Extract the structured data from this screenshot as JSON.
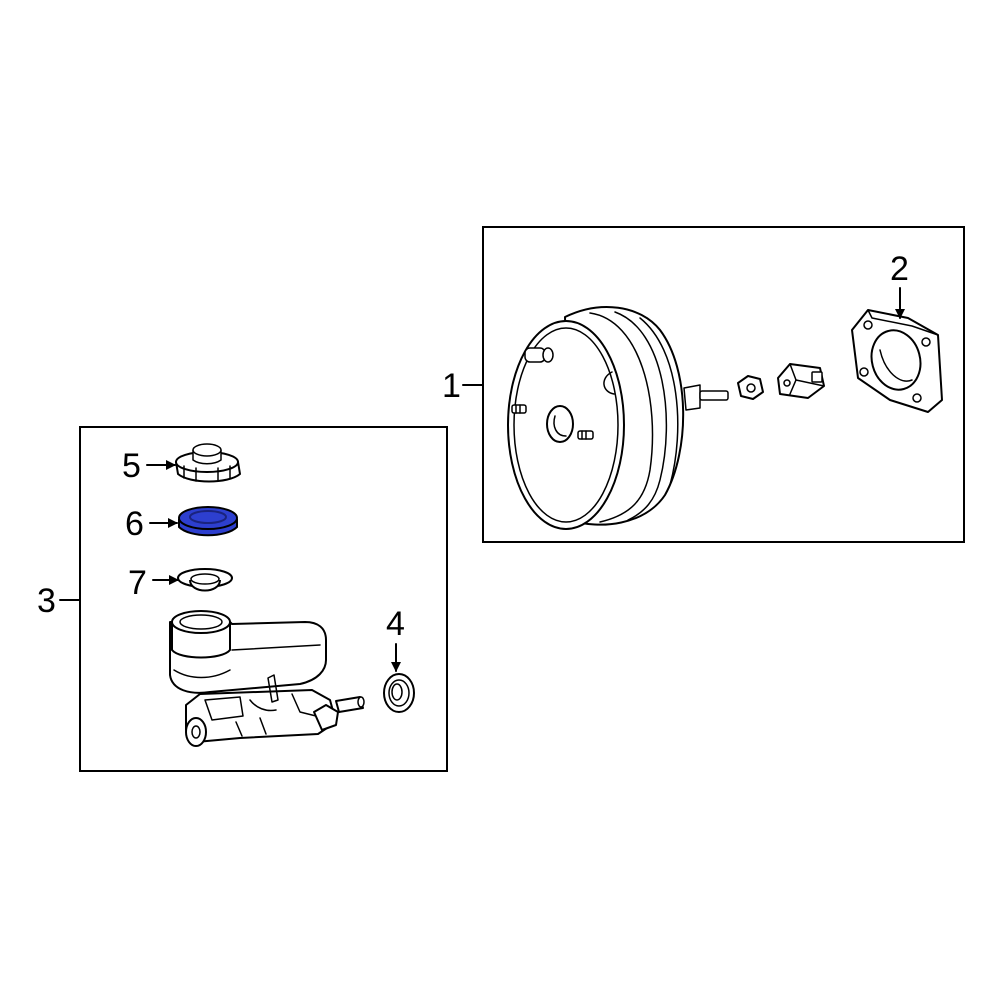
{
  "highlight_color": "#2d3fcf",
  "highlight_edge_color": "#1a237e",
  "callouts": {
    "c1": "1",
    "c2": "2",
    "c3": "3",
    "c4": "4",
    "c5": "5",
    "c6": "6",
    "c7": "7"
  },
  "parts": {
    "p1": "brake-booster-assembly",
    "p2": "booster-gasket",
    "p3": "master-cylinder-assembly",
    "p4": "master-cylinder-seal",
    "p5": "reservoir-cap",
    "p6": "reservoir-cap-gasket",
    "p7": "reservoir-strainer"
  }
}
